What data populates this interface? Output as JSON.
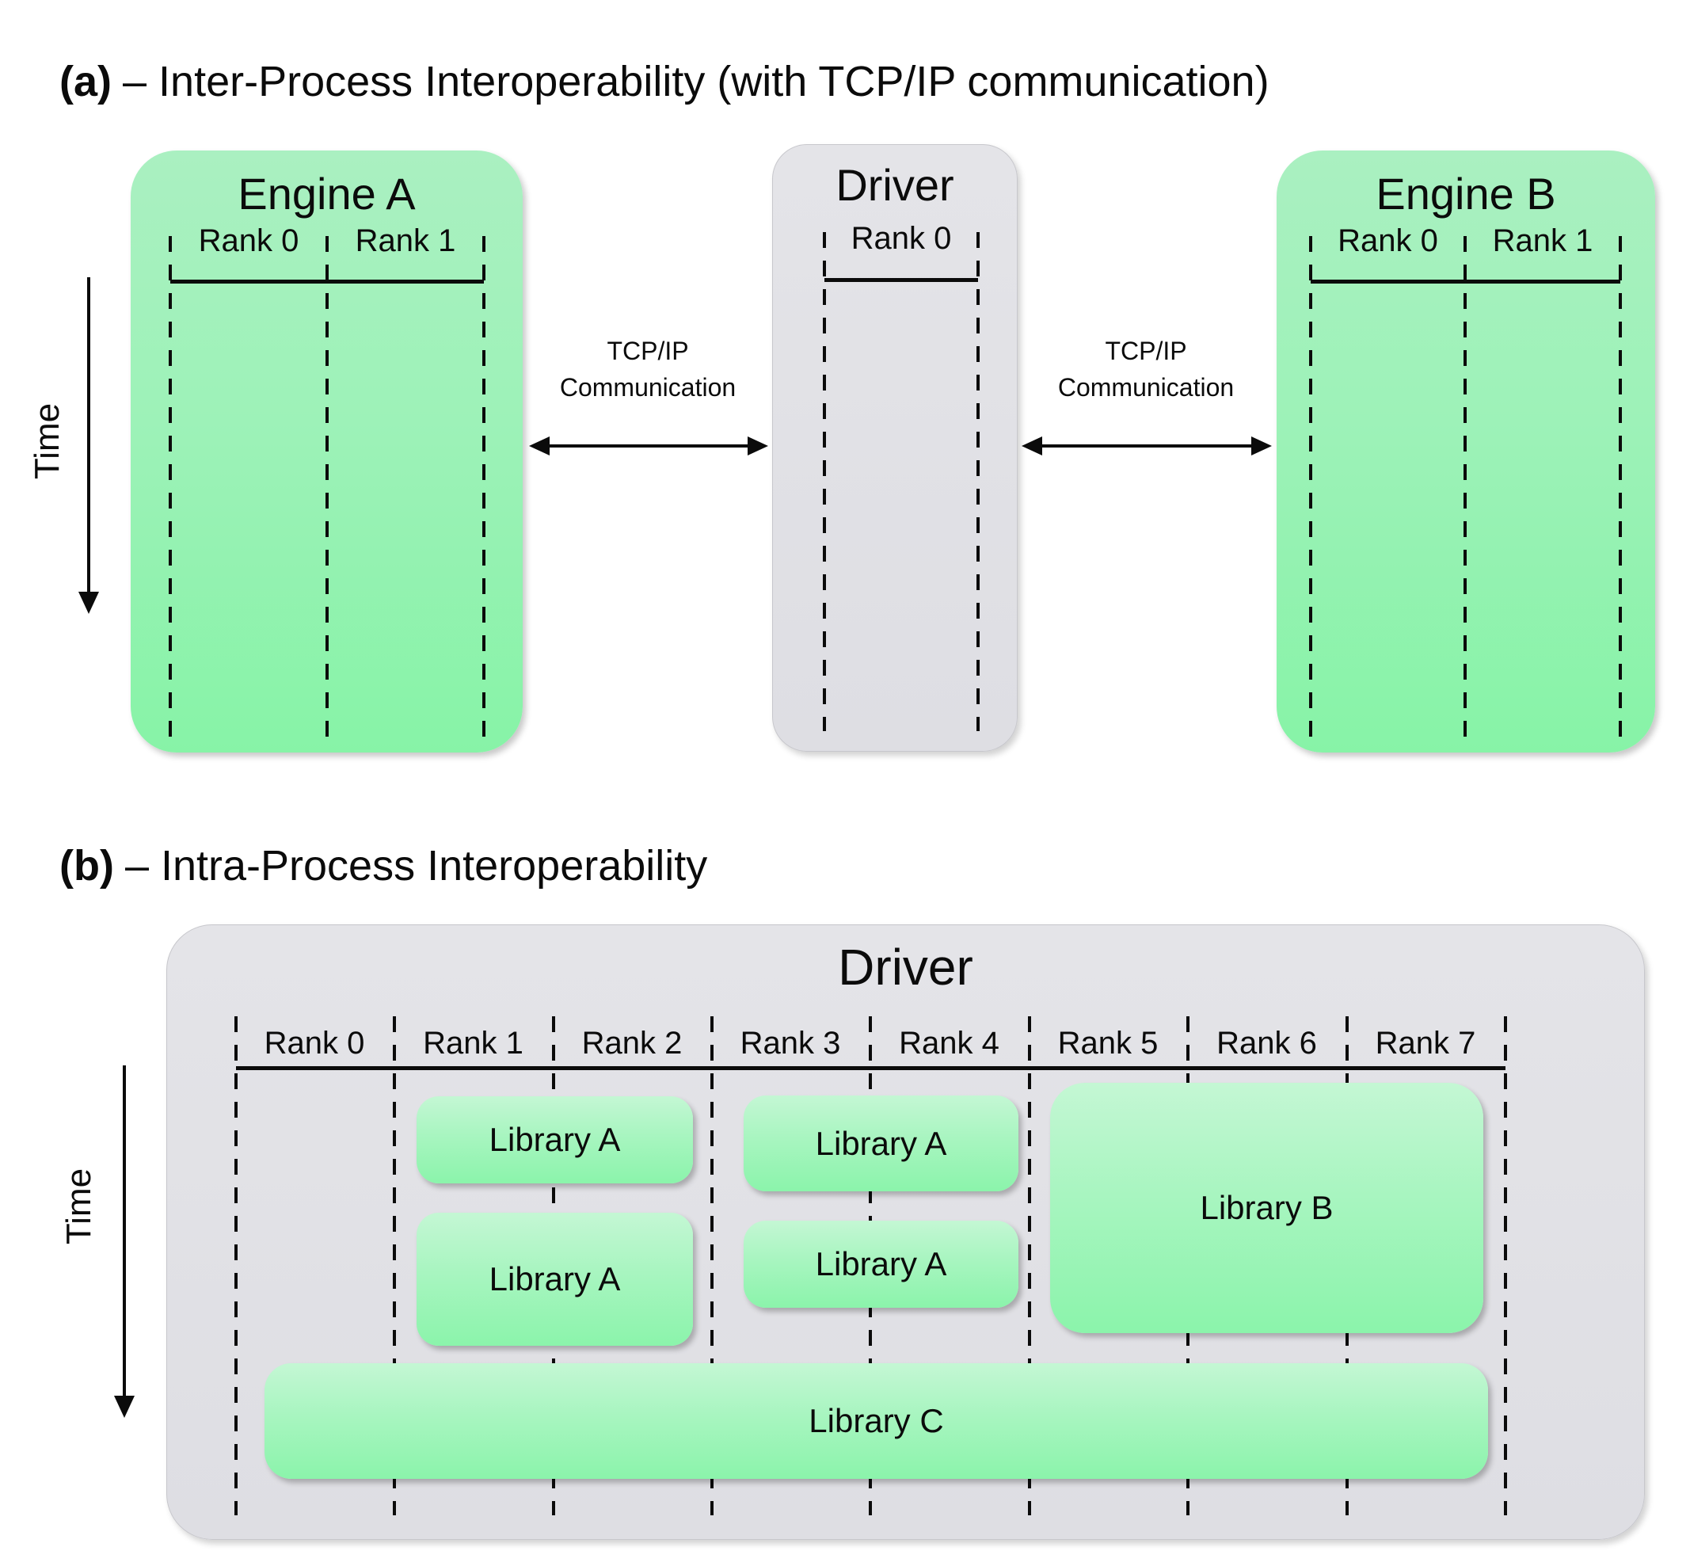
{
  "section_a": {
    "label": "(a)",
    "title": "– Inter-Process Interoperability (with TCP/IP communication)",
    "time_label": "Time",
    "engine_a": {
      "title": "Engine A",
      "ranks": [
        "Rank 0",
        "Rank 1"
      ]
    },
    "driver": {
      "title": "Driver",
      "ranks": [
        "Rank 0"
      ]
    },
    "engine_b": {
      "title": "Engine B",
      "ranks": [
        "Rank 0",
        "Rank 1"
      ]
    },
    "tcp_left": {
      "line1": "TCP/IP",
      "line2": "Communication"
    },
    "tcp_right": {
      "line1": "TCP/IP",
      "line2": "Communication"
    }
  },
  "section_b": {
    "label": "(b)",
    "title": "– Intra-Process Interoperability",
    "time_label": "Time",
    "driver": {
      "title": "Driver",
      "ranks": [
        "Rank 0",
        "Rank 1",
        "Rank 2",
        "Rank 3",
        "Rank 4",
        "Rank 5",
        "Rank 6",
        "Rank 7"
      ]
    },
    "libraries": {
      "a1": "Library A",
      "a2": "Library A",
      "a3": "Library A",
      "a4": "Library A",
      "b": "Library B",
      "c": "Library C"
    }
  },
  "colors": {
    "engine_green_top": "#aaf0c1",
    "engine_green_bottom": "#87f3a7",
    "library_green_top": "#c4f7d4",
    "library_green_bottom": "#8bf4ab",
    "driver_gray": "#e2e2e6",
    "line_black": "#0b0b0b"
  }
}
